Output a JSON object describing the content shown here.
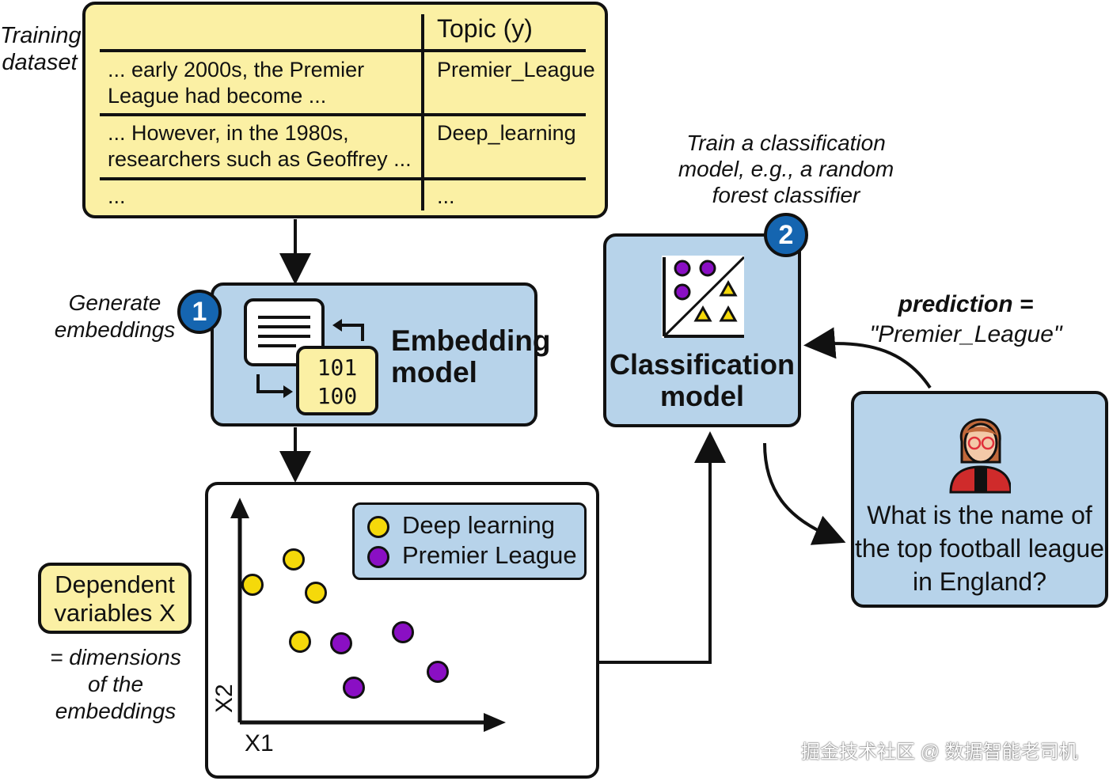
{
  "training": {
    "label_line1": "Training",
    "label_line2": "dataset",
    "header_topic": "Topic (y)",
    "rows": [
      {
        "text_line1": "... early 2000s, the Premier",
        "text_line2": "League had become ...",
        "topic": "Premier_League"
      },
      {
        "text_line1": "... However, in the 1980s,",
        "text_line2": "researchers such as Geoffrey ...",
        "topic": "Deep_learning"
      },
      {
        "text_line1": "...",
        "text_line2": "",
        "topic": "..."
      }
    ]
  },
  "step1": {
    "badge": "1",
    "caption_line1": "Generate",
    "caption_line2": "embeddings",
    "title_line1": "Embedding",
    "title_line2": "model",
    "binary_line1": "101",
    "binary_line2": "100"
  },
  "step2": {
    "badge": "2",
    "caption_line1": "Train a classification",
    "caption_line2": "model, e.g., a random",
    "caption_line3": "forest classifier",
    "title_line1": "Classification",
    "title_line2": "model"
  },
  "scatter": {
    "legend": [
      {
        "label": "Deep learning",
        "color": "#f5d90a"
      },
      {
        "label": "Premier League",
        "color": "#8a0fc4"
      }
    ],
    "xlabel": "X1",
    "ylabel": "X2"
  },
  "dependent": {
    "line1": "Dependent",
    "line2": "variables X",
    "note_line1": "= dimensions",
    "note_line2": "of the",
    "note_line3": "embeddings"
  },
  "prediction": {
    "line1": "prediction =",
    "line2": "\"Premier_League\""
  },
  "query": {
    "line1": "What is the name of",
    "line2": "the top football league",
    "line3": "in England?"
  },
  "watermark": "掘金技术社区 @ 数据智能老司机",
  "colors": {
    "blue_box": "#b7d3ea",
    "yellow_box": "#fbf0a4",
    "badge": "#1565b0",
    "yellow_dot": "#f5d90a",
    "purple_dot": "#8a0fc4"
  }
}
